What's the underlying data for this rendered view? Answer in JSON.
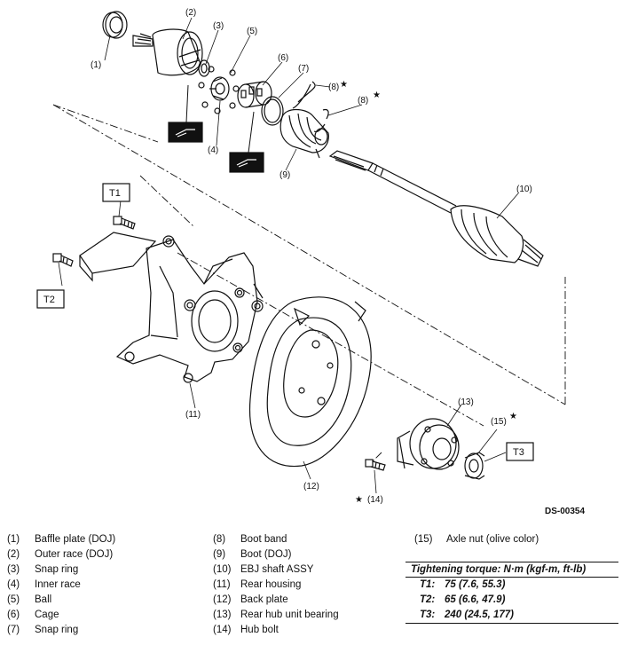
{
  "diagram": {
    "callouts": [
      "(1)",
      "(2)",
      "(3)",
      "(4)",
      "(5)",
      "(6)",
      "(7)",
      "(8)",
      "(8)",
      "(9)",
      "(10)",
      "(11)",
      "(12)",
      "(13)",
      "(14)",
      "(15)"
    ],
    "torque_boxes": [
      "T1",
      "T2",
      "T3"
    ],
    "star_glyph": "★",
    "doc_id": "DS-00354"
  },
  "legend": {
    "col1": [
      {
        "num": "(1)",
        "label": "Baffle plate (DOJ)"
      },
      {
        "num": "(2)",
        "label": "Outer race (DOJ)"
      },
      {
        "num": "(3)",
        "label": "Snap ring"
      },
      {
        "num": "(4)",
        "label": "Inner race"
      },
      {
        "num": "(5)",
        "label": "Ball"
      },
      {
        "num": "(6)",
        "label": "Cage"
      },
      {
        "num": "(7)",
        "label": "Snap ring"
      }
    ],
    "col2": [
      {
        "num": "(8)",
        "label": "Boot band"
      },
      {
        "num": "(9)",
        "label": "Boot (DOJ)"
      },
      {
        "num": "(10)",
        "label": "EBJ shaft ASSY"
      },
      {
        "num": "(11)",
        "label": "Rear housing"
      },
      {
        "num": "(12)",
        "label": "Back plate"
      },
      {
        "num": "(13)",
        "label": "Rear hub unit bearing"
      },
      {
        "num": "(14)",
        "label": "Hub bolt"
      }
    ],
    "col3": [
      {
        "num": "(15)",
        "label": "Axle nut (olive color)"
      }
    ]
  },
  "torque": {
    "title": "Tightening torque: N·m (kgf-m, ft-lb)",
    "rows": [
      {
        "label": "T1:",
        "value": "75 (7.6, 55.3)"
      },
      {
        "label": "T2:",
        "value": "65 (6.6, 47.9)"
      },
      {
        "label": "T3:",
        "value": "240 (24.5, 177)"
      }
    ]
  }
}
